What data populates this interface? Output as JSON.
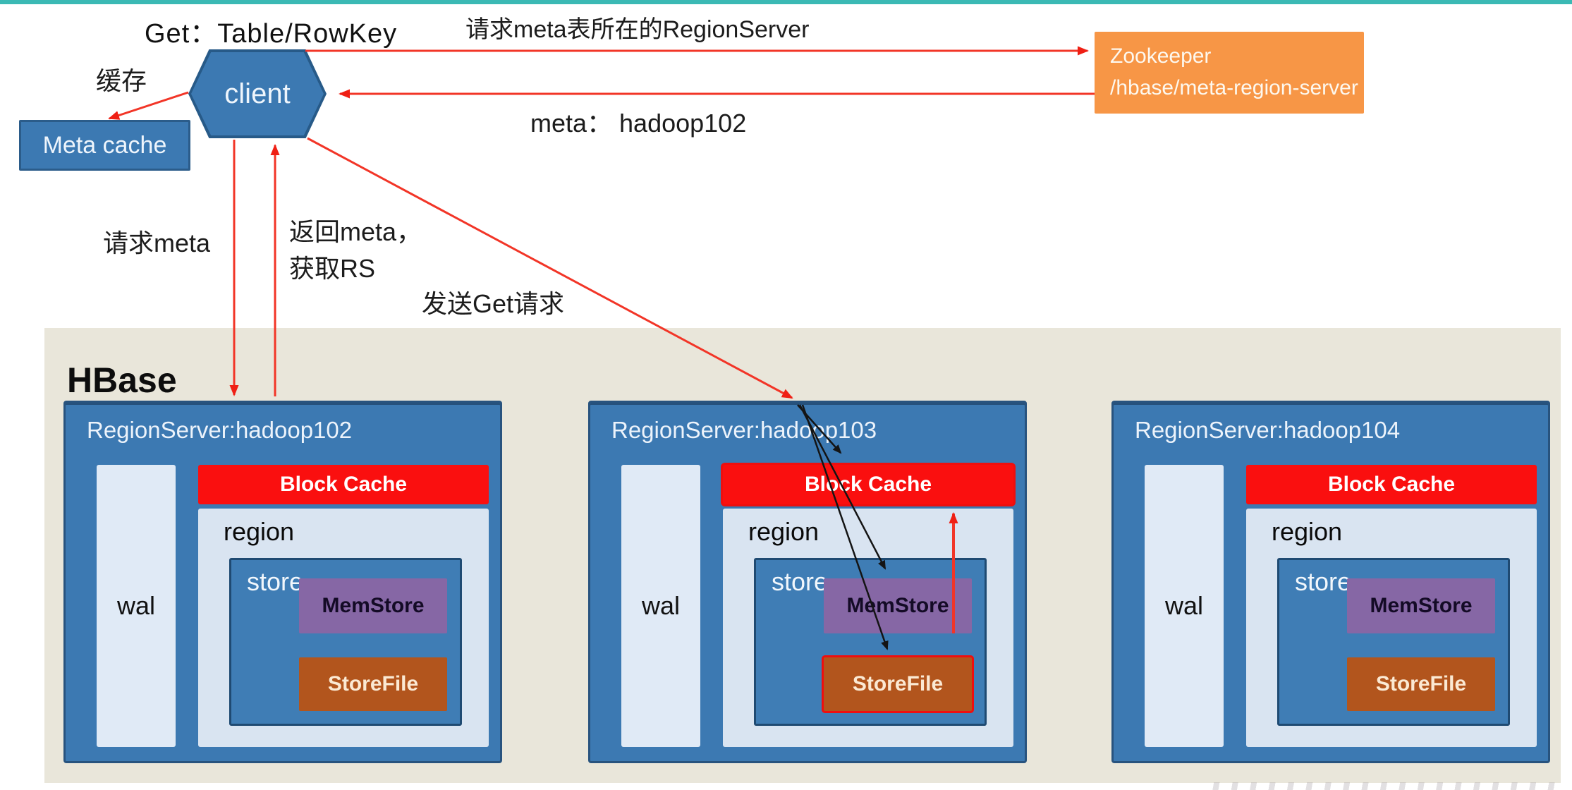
{
  "title": "Get：Table/RowKey",
  "client": {
    "label": "client"
  },
  "meta_cache": {
    "label": "Meta cache"
  },
  "zookeeper": {
    "line1": "Zookeeper",
    "line2": "/hbase/meta-region-server"
  },
  "flow_labels": {
    "cache": "缓存",
    "request_meta_rs": "请求meta表所在的RegionServer",
    "meta_result": "meta： hadoop102",
    "request_meta": "请求meta",
    "return_meta_line1": "返回meta，",
    "return_meta_line2": "获取RS",
    "send_get": "发送Get请求"
  },
  "hbase": {
    "title": "HBase",
    "servers": [
      {
        "name": "RegionServer:hadoop102",
        "highlighted": false
      },
      {
        "name": "RegionServer:hadoop103",
        "highlighted": true
      },
      {
        "name": "RegionServer:hadoop104",
        "highlighted": false
      }
    ],
    "components": {
      "wal": "wal",
      "block_cache": "Block Cache",
      "region": "region",
      "store": "store",
      "memstore": "MemStore",
      "storefile": "StoreFile"
    }
  },
  "colors": {
    "top_bar": "#3bb9b4",
    "box_blue": "#3c79b2",
    "box_border": "#28537e",
    "light_blue": "#d9e4f1",
    "block_cache_red": "#fa0f0f",
    "zookeeper_orange": "#f79646",
    "memstore_purple": "#8667a5",
    "storefile_brown": "#b2551d",
    "hbase_beige": "#e9e6da",
    "arrow_red": "#f23527",
    "arrow_black": "#141414"
  }
}
